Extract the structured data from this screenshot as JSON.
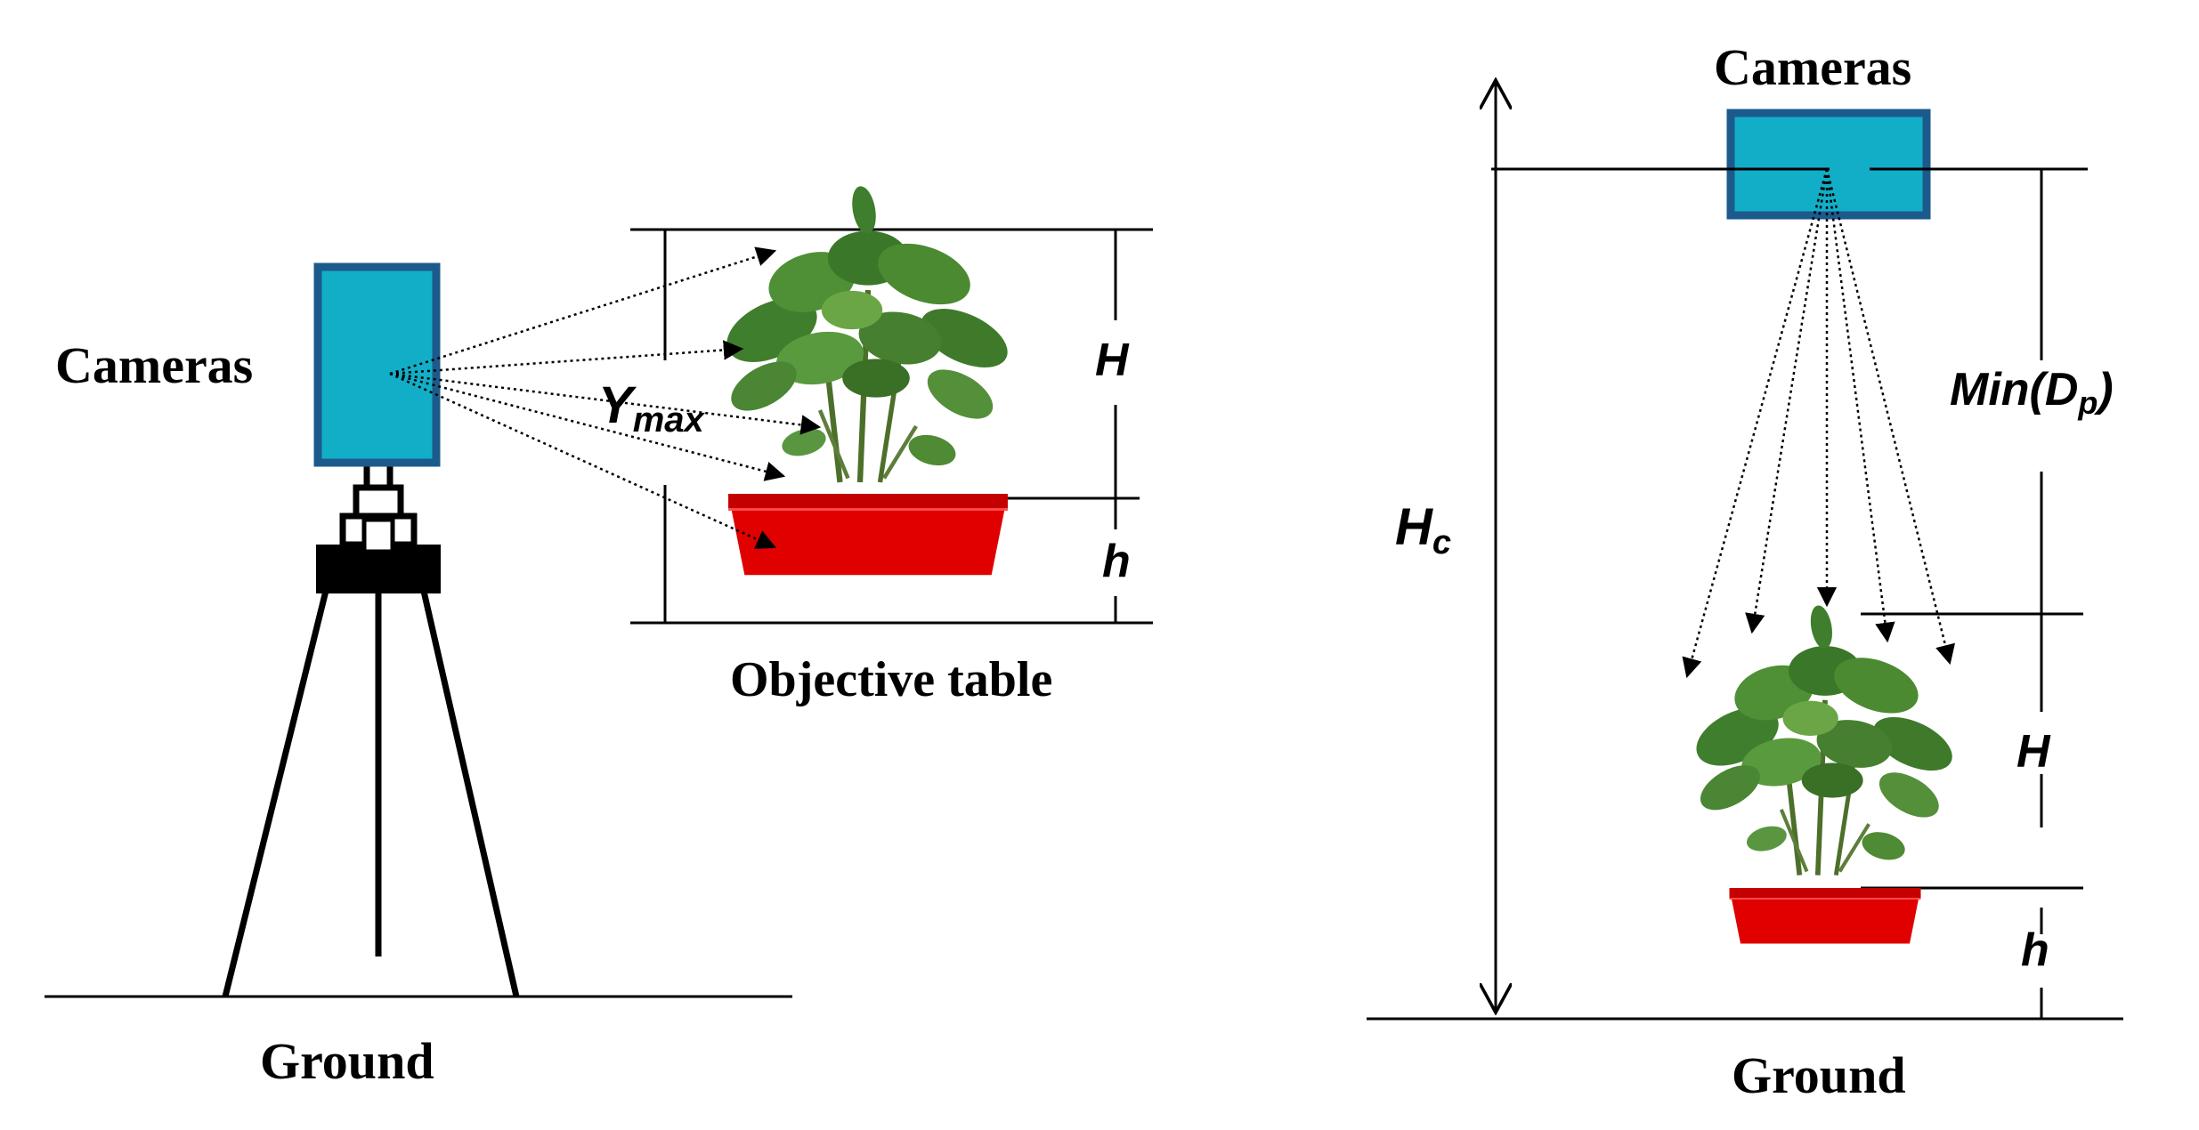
{
  "left_panel": {
    "camera_label": "Cameras",
    "ymax_base": "Y",
    "ymax_sub": "max",
    "height_label": "H",
    "pot_height_label": "h",
    "table_label": "Objective table",
    "ground_label": "Ground"
  },
  "right_panel": {
    "camera_label": "Cameras",
    "camera_height_base": "H",
    "camera_height_sub": "c",
    "min_dist_pre": "Min(D",
    "min_dist_sub": "p",
    "min_dist_post": ")",
    "height_label": "H",
    "pot_height_label": "h",
    "ground_label": "Ground"
  },
  "colors": {
    "camera_fill": "#12aec7",
    "camera_stroke": "#1c5a8c",
    "pot_red": "#e00000",
    "leaf_green": "#3f7e2c"
  }
}
